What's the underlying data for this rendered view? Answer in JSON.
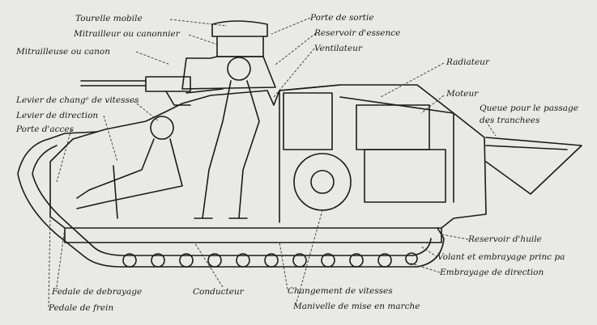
{
  "labels": {
    "tourelle": "Tourelle mobile",
    "mitrailleur": "Mitrailleur ou canonnier",
    "mitrailleuse": "Mitrailleuse ou canon",
    "levier_vitesses": "Levier de changᵉ de vitesses",
    "levier_direction": "Levier de direction",
    "porte_acces": "Porte d'acces",
    "porte_sortie": "Porte de sortie",
    "reservoir_essence": "Reservoir d'essence",
    "ventilateur": "Ventilateur",
    "radiateur": "Radiateur",
    "moteur": "Moteur",
    "queue_1": "Queue pour le passage",
    "queue_2": "des tranchees",
    "reservoir_huile": "Reservoir d'huile",
    "volant": "Volant et embrayage princ pa",
    "embrayage_direction": "Embrayage de direction",
    "pedale_debrayage": "Fedale de debrayage",
    "pedale_frein": "Pedale de frein",
    "conducteur": "Conducteur",
    "changement_vitesses": "Changement de vitesses",
    "manivelle": "Manivelle de mise en marche"
  }
}
